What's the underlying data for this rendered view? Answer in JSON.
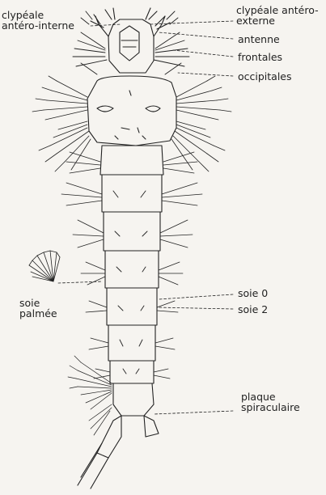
{
  "labels": {
    "clypeale_interne": "clypéale\nantéro-interne",
    "clypeale_externe": "clypéale antéro-\nexterne",
    "antenne": "antenne",
    "frontales": "frontales",
    "occipitales": "occipitales",
    "soie_0": "soie 0",
    "soie_2": "soie 2",
    "soie_palmee": "soie\npalmée",
    "plaque_spiraculaire": "plaque\nspiraculaire"
  },
  "colors": {
    "ink": "#222222",
    "paper": "#f6f4f0"
  }
}
